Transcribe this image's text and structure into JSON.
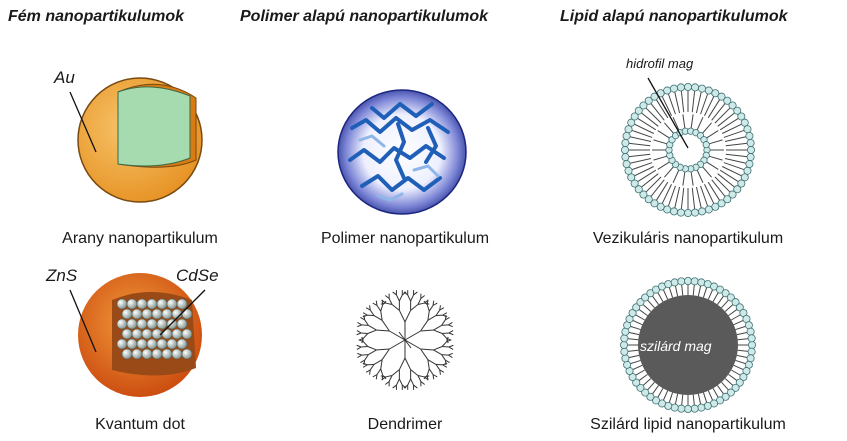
{
  "columns": [
    {
      "header": "Fém nanopartikulumok"
    },
    {
      "header": "Polimer alapú nanopartikulumok"
    },
    {
      "header": "Lipid alapú nanopartikulumok"
    }
  ],
  "items": {
    "gold": {
      "caption": "Arany nanopartikulum",
      "label": "Au"
    },
    "polymer": {
      "caption": "Polimer nanopartikulum"
    },
    "vesicle": {
      "caption": "Vezikuláris nanopartikulum",
      "label": "hidrofil mag"
    },
    "quantum_dot": {
      "caption": "Kvantum dot",
      "label_shell": "ZnS",
      "label_core": "CdSe"
    },
    "dendrimer": {
      "caption": "Dendrimer"
    },
    "solid_lipid": {
      "caption": "Szilárd lipid nanopartikulum",
      "label": "szilárd mag"
    }
  },
  "colors": {
    "gold_orange": "#f0a33a",
    "gold_green": "#a6dbb0",
    "polymer_blue": "#2b3d9c",
    "lipid_head": "#cfe9e9",
    "solid_core": "#5a5a5a",
    "qd_orange": "#e86a17"
  }
}
